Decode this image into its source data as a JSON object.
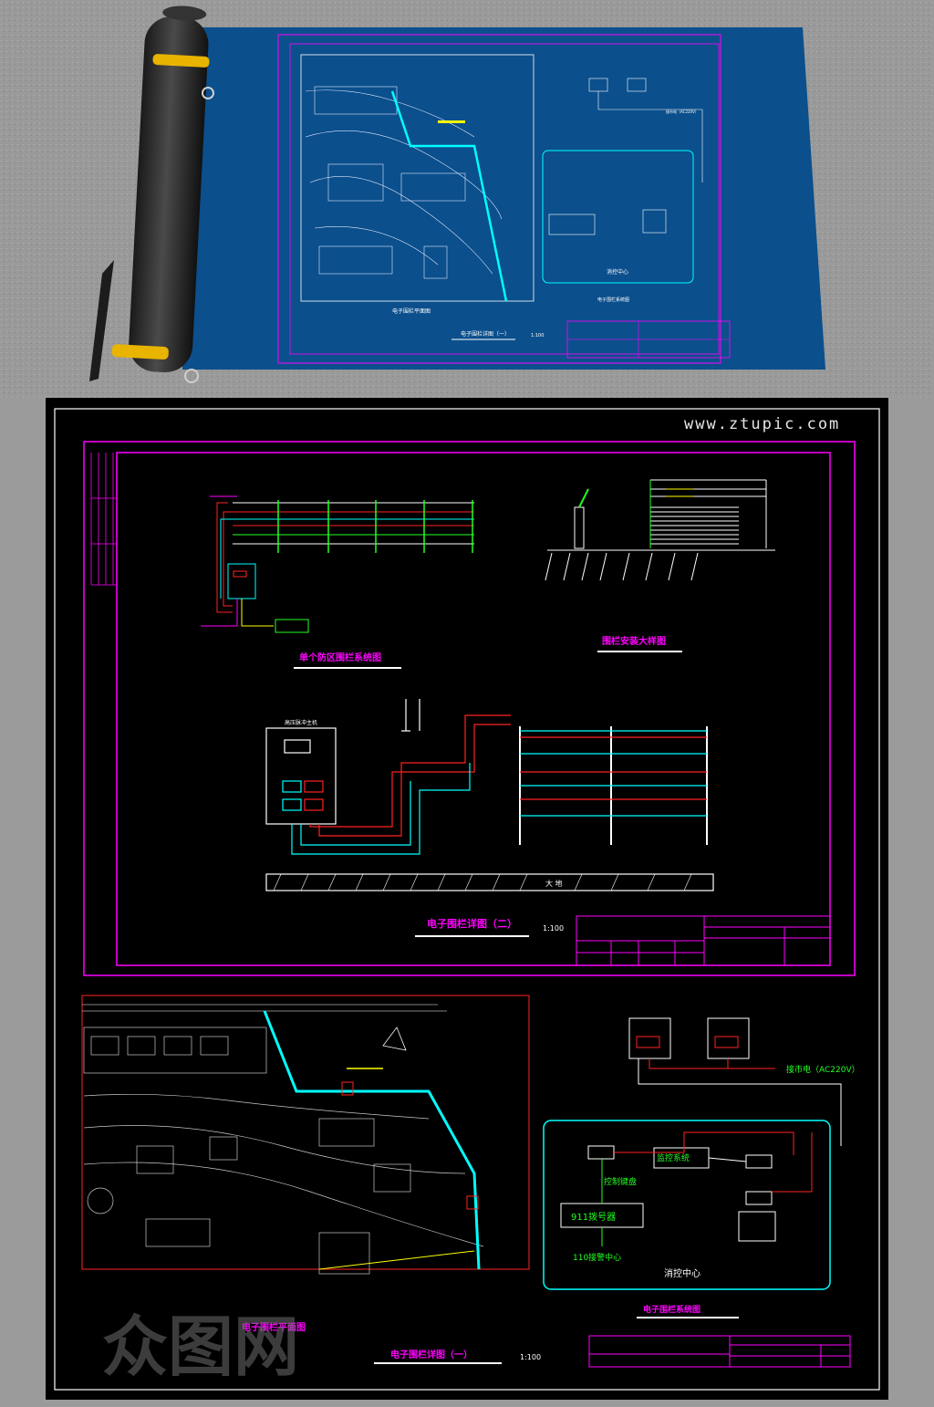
{
  "watermark": {
    "site": "www.ztupic.com",
    "brand": "众图网"
  },
  "colors": {
    "background": "#9b9b9b",
    "blueprint": "#0b4f8c",
    "cad_bg": "#000000",
    "frame": "#ff00ff",
    "cyan": "#00ffff",
    "red": "#ff2222",
    "green": "#22ff22",
    "yellow": "#ffff00",
    "white": "#ffffff"
  },
  "preview": {
    "caption_left": "电子围栏平面图",
    "caption_mid": "电子围栏详图（一）",
    "caption_scale": "1:100",
    "caption_system": "电子围栏系统图",
    "power_label": "接市电（AC220V）",
    "center_label": "消控中心"
  },
  "sheet_top": {
    "title_system": "单个防区围栏系统图",
    "title_install": "围栏安装大样图",
    "title_detail": "电子围栏详图（二）",
    "scale": "1:100",
    "ground_label": "大  地",
    "host_label": "高压脉冲主机"
  },
  "sheet_bottom": {
    "caption_plan": "电子围栏平面图",
    "title_detail": "电子围栏详图（一）",
    "scale": "1:100",
    "title_system": "电子围栏系统图",
    "power_label": "接市电（AC220V）",
    "monitor_system": "监控系统",
    "controller": "控制键盘",
    "dialer": "911拨号器",
    "alarm_center": "110接警中心",
    "fire_center": "消控中心"
  }
}
